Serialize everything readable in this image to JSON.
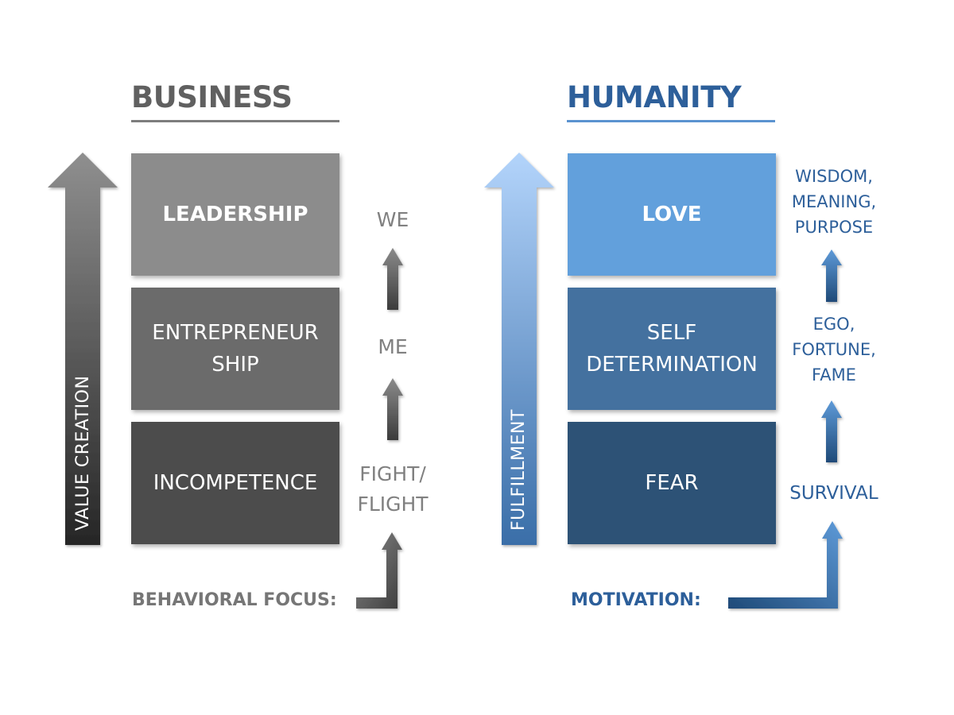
{
  "colors": {
    "business_title": "#6a6a6a",
    "humanity_title": "#2d5f9a",
    "leadership": "#8c8c8c",
    "entrepreneurship": "#6b6b6b",
    "incompetence": "#4c4c4c",
    "love": "#62a0dc",
    "self_determination": "#44719f",
    "fear": "#2d5276",
    "grey_text": "#808080",
    "blue_text": "#2d5f9a"
  },
  "business": {
    "title": "BUSINESS",
    "axis_label": "VALUE CREATION",
    "levels": [
      {
        "label": "LEADERSHIP"
      },
      {
        "label": "ENTREPRENEUR\nSHIP"
      },
      {
        "label": "INCOMPETENCE"
      }
    ],
    "focus": [
      {
        "label": "WE"
      },
      {
        "label": "ME"
      },
      {
        "label": "FIGHT/\nFLIGHT"
      }
    ],
    "footer_label": "BEHAVIORAL FOCUS:"
  },
  "humanity": {
    "title": "HUMANITY",
    "axis_label": "FULFILLMENT",
    "levels": [
      {
        "label": "LOVE"
      },
      {
        "label": "SELF\nDETERMINATION"
      },
      {
        "label": "FEAR"
      }
    ],
    "motivation": [
      {
        "label": "WISDOM,\nMEANING,\nPURPOSE"
      },
      {
        "label": "EGO,\nFORTUNE,\nFAME"
      },
      {
        "label": "SURVIVAL"
      }
    ],
    "footer_label": "MOTIVATION:"
  }
}
